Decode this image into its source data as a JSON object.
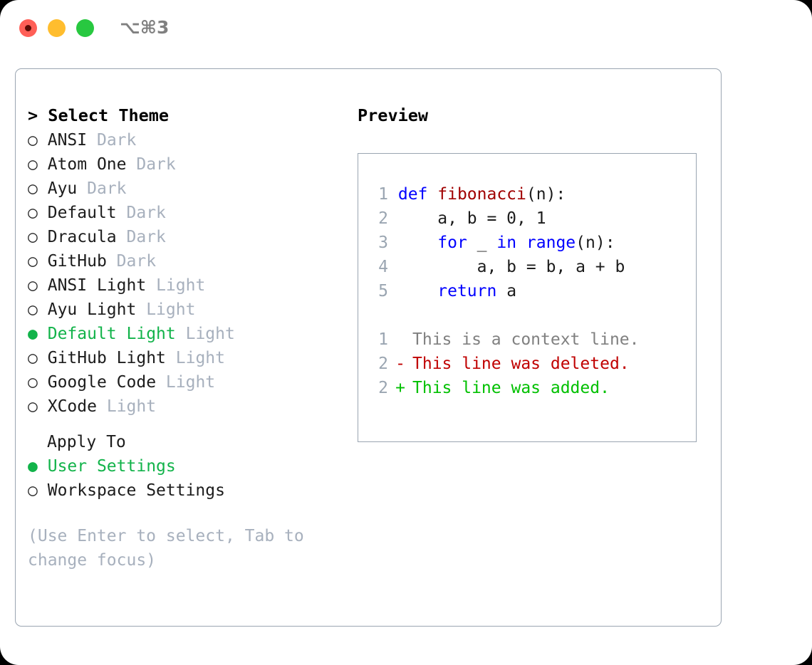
{
  "titlebar": {
    "shortcut_label": "⌥⌘3",
    "buttons": {
      "close": "close",
      "minimize": "minimize",
      "maximize": "maximize"
    }
  },
  "theme_panel": {
    "header": "> Select Theme",
    "items": [
      {
        "marker": "○",
        "label": "ANSI",
        "variant": "Dark",
        "selected": false
      },
      {
        "marker": "○",
        "label": "Atom One",
        "variant": "Dark",
        "selected": false
      },
      {
        "marker": "○",
        "label": "Ayu",
        "variant": "Dark",
        "selected": false
      },
      {
        "marker": "○",
        "label": "Default",
        "variant": "Dark",
        "selected": false
      },
      {
        "marker": "○",
        "label": "Dracula",
        "variant": "Dark",
        "selected": false
      },
      {
        "marker": "○",
        "label": "GitHub",
        "variant": "Dark",
        "selected": false
      },
      {
        "marker": "○",
        "label": "ANSI Light",
        "variant": "Light",
        "selected": false
      },
      {
        "marker": "○",
        "label": "Ayu Light",
        "variant": "Light",
        "selected": false
      },
      {
        "marker": "●",
        "label": "Default Light",
        "variant": "Light",
        "selected": true
      },
      {
        "marker": "○",
        "label": "GitHub Light",
        "variant": "Light",
        "selected": false
      },
      {
        "marker": "○",
        "label": "Google Code",
        "variant": "Light",
        "selected": false
      },
      {
        "marker": "○",
        "label": "XCode",
        "variant": "Light",
        "selected": false
      }
    ]
  },
  "apply_to": {
    "header": "Apply To",
    "options": [
      {
        "marker": "●",
        "label": "User Settings",
        "selected": true
      },
      {
        "marker": "○",
        "label": "Workspace Settings",
        "selected": false
      }
    ]
  },
  "hint": "(Use Enter to select, Tab to change focus)",
  "preview": {
    "header": "Preview",
    "code_lines": [
      {
        "no": "1",
        "tokens": [
          {
            "t": "def ",
            "c": "kw"
          },
          {
            "t": "fibonacci",
            "c": "fn"
          },
          {
            "t": "(n):",
            "c": "plain"
          }
        ]
      },
      {
        "no": "2",
        "tokens": [
          {
            "t": "    a, b = 0, 1",
            "c": "plain"
          }
        ]
      },
      {
        "no": "3",
        "tokens": [
          {
            "t": "    ",
            "c": "plain"
          },
          {
            "t": "for",
            "c": "kw"
          },
          {
            "t": " _ ",
            "c": "plain"
          },
          {
            "t": "in",
            "c": "kw"
          },
          {
            "t": " ",
            "c": "plain"
          },
          {
            "t": "range",
            "c": "kw"
          },
          {
            "t": "(n):",
            "c": "plain"
          }
        ]
      },
      {
        "no": "4",
        "tokens": [
          {
            "t": "        a, b = b, a + b",
            "c": "plain"
          }
        ]
      },
      {
        "no": "5",
        "tokens": [
          {
            "t": "    ",
            "c": "plain"
          },
          {
            "t": "return",
            "c": "kw"
          },
          {
            "t": " a",
            "c": "plain"
          }
        ]
      }
    ],
    "diff_lines": [
      {
        "no": "1",
        "marker": "",
        "text": "This is a context line.",
        "kind": "ctx"
      },
      {
        "no": "2",
        "marker": "-",
        "text": "This line was deleted.",
        "kind": "del"
      },
      {
        "no": "2",
        "marker": "+",
        "text": "This line was added.",
        "kind": "add"
      }
    ]
  },
  "colors": {
    "accent_green": "#12b34a",
    "muted": "#a7b0bd",
    "keyword_blue": "#0000ff",
    "function_red": "#a00000",
    "diff_deleted": "#c00000",
    "diff_added": "#00c000",
    "border": "#9aa5b1"
  }
}
